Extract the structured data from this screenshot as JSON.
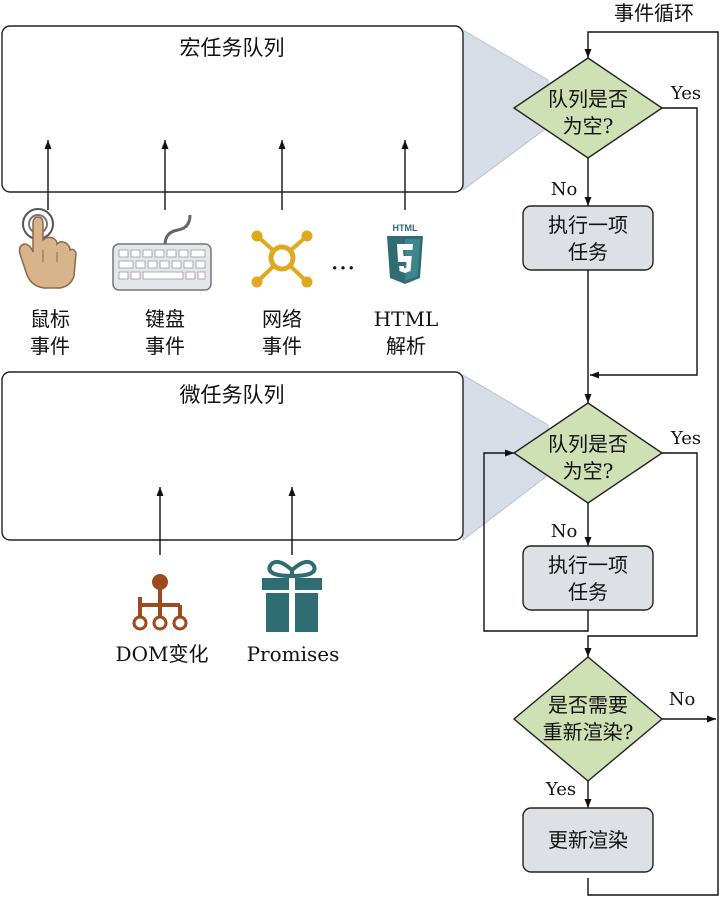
{
  "event_loop_label": "事件循环",
  "macrotask_queue": {
    "title": "宏任务队列",
    "sources": [
      {
        "icon": "mouse-pointer-icon",
        "line1": "鼠标",
        "line2": "事件"
      },
      {
        "icon": "keyboard-icon",
        "line1": "键盘",
        "line2": "事件"
      },
      {
        "icon": "network-icon",
        "line1": "网络",
        "line2": "事件"
      },
      {
        "icon": "html5-icon",
        "line1": "HTML",
        "line2": "解析"
      }
    ],
    "ellipsis": "···"
  },
  "microtask_queue": {
    "title": "微任务队列",
    "sources": [
      {
        "icon": "dom-tree-icon",
        "label": "DOM变化"
      },
      {
        "icon": "gift-icon",
        "label": "Promises"
      }
    ]
  },
  "flow": {
    "decision1": {
      "line1": "队列是否",
      "line2": "为空?",
      "yes": "Yes",
      "no": "No"
    },
    "process1": {
      "line1": "执行一项",
      "line2": "任务"
    },
    "decision2": {
      "line1": "队列是否",
      "line2": "为空?",
      "yes": "Yes",
      "no": "No"
    },
    "process2": {
      "line1": "执行一项",
      "line2": "任务"
    },
    "decision3": {
      "line1": "是否需要",
      "line2": "重新渲染?",
      "yes": "Yes",
      "no": "No"
    },
    "process3": {
      "label": "更新渲染"
    }
  },
  "colors": {
    "diamond_fill": "#cfe0b4",
    "process_fill": "#dde1e6",
    "stroke": "#222222",
    "funnel_fill": "#d6dde6",
    "hand_skin": "#d8b48c",
    "keyboard_fill": "#e3e7ec",
    "network_color": "#e0a81c",
    "html5_color": "#2f6d73",
    "dom_color": "#9c4a1e",
    "gift_color": "#2f6d73"
  }
}
